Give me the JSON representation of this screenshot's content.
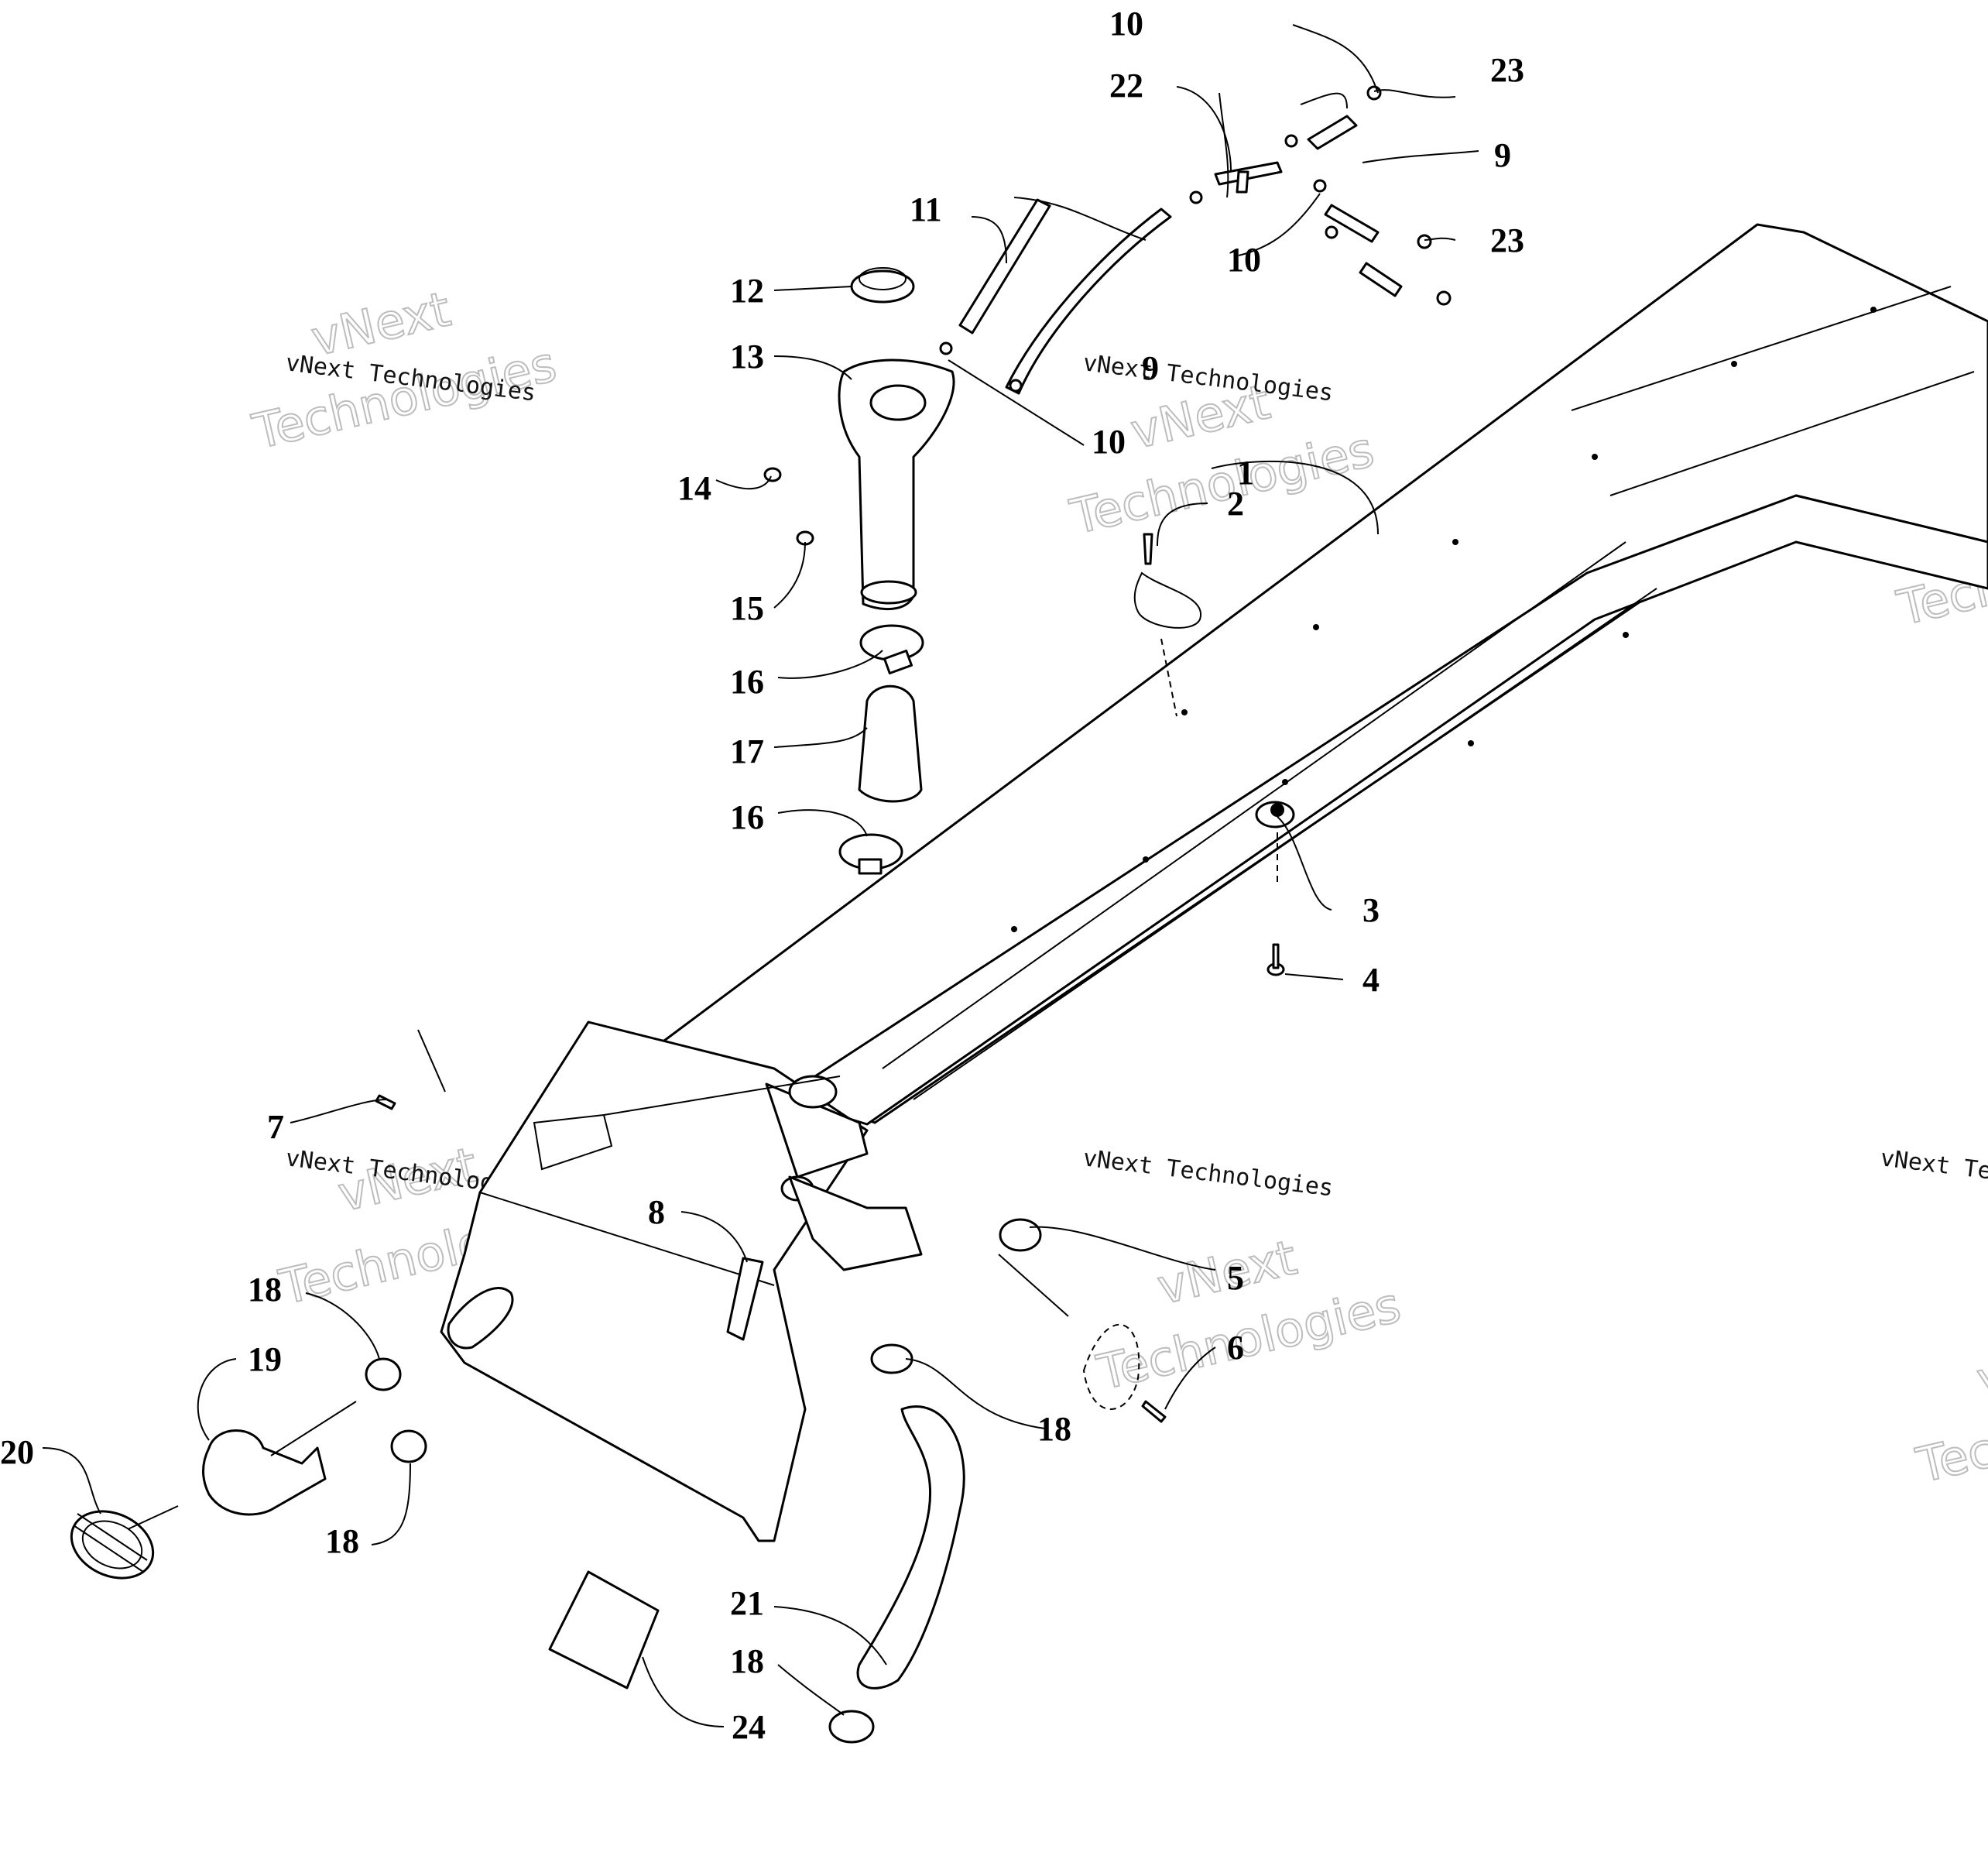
{
  "diagram": {
    "callouts": [
      "1",
      "2",
      "3",
      "4",
      "5",
      "6",
      "7",
      "8",
      "9",
      "9",
      "10",
      "10",
      "10",
      "11",
      "12",
      "13",
      "14",
      "15",
      "16",
      "16",
      "17",
      "18",
      "18",
      "18",
      "18",
      "19",
      "20",
      "21",
      "22",
      "23",
      "23",
      "24"
    ],
    "watermark": {
      "line1": "vNext Technologies",
      "line2": "vNext",
      "line3": "Technologies"
    }
  }
}
